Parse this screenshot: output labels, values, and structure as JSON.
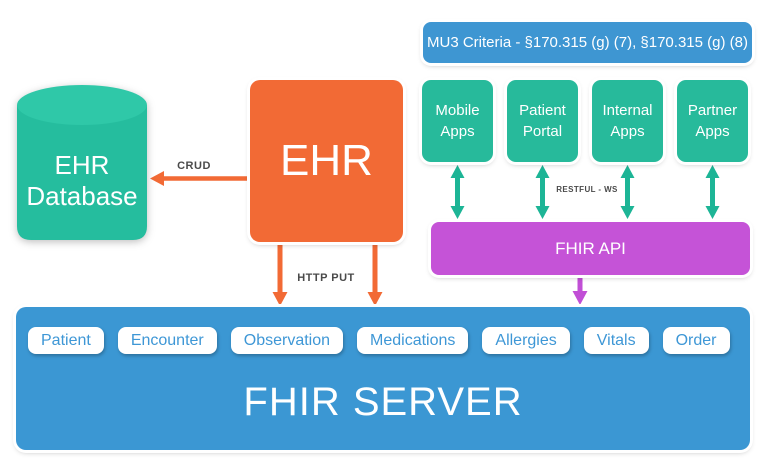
{
  "banner": {
    "label": "MU3 Criteria - §170.315 (g) (7), §170.315 (g) (8)"
  },
  "apps": [
    "Mobile Apps",
    "Patient Portal",
    "Internal Apps",
    "Partner Apps"
  ],
  "ehr": {
    "label": "EHR"
  },
  "ehr_database": {
    "label": "EHR Database"
  },
  "fhir_api": {
    "label": "FHIR API"
  },
  "fhir_server": {
    "title": "FHIR SERVER",
    "resources": [
      "Patient",
      "Encounter",
      "Observation",
      "Medications",
      "Allergies",
      "Vitals",
      "Order"
    ]
  },
  "edge_labels": {
    "crud": "CRUD",
    "http_put": "HTTP PUT",
    "restful_ws": "RESTFUL - WS"
  },
  "colors": {
    "blue": "#3b97d3",
    "teal": "#27ba9b",
    "teal_arrow": "#1db596",
    "orange": "#f26a35",
    "purple": "#c553d7",
    "label_gray": "#4a4a4a",
    "chip_text_blue": "#3e97d6"
  }
}
